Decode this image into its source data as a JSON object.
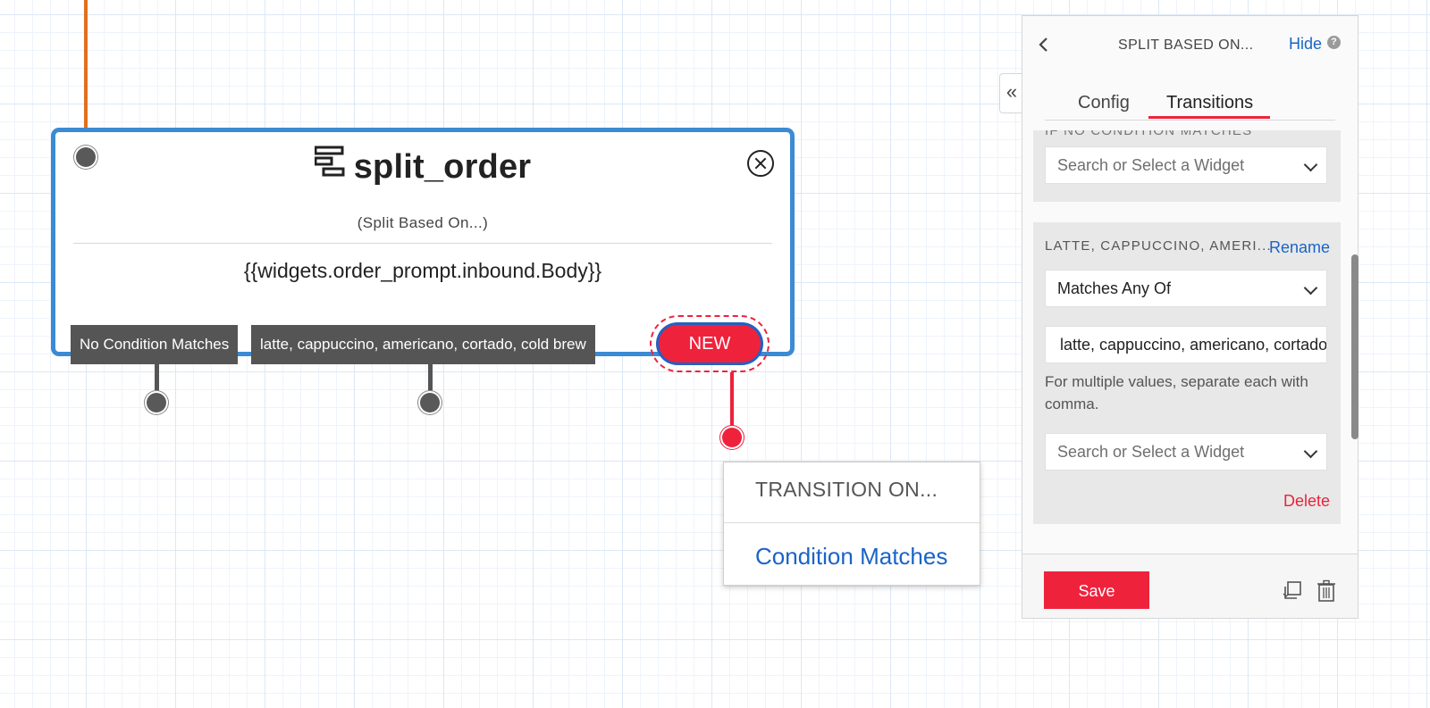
{
  "widget": {
    "title": "split_order",
    "subtitle": "(Split Based On...)",
    "expression": "{{widgets.order_prompt.inbound.Body}}",
    "transitions": [
      {
        "label": "No Condition Matches"
      },
      {
        "label": "latte, cappuccino, americano, cortado, cold brew"
      }
    ],
    "new_label": "NEW",
    "icons": {
      "type": "split-icon",
      "close": "close-circle-icon"
    }
  },
  "dropdown": {
    "header": "TRANSITION ON...",
    "option": "Condition Matches"
  },
  "panel": {
    "title": "SPLIT BASED ON...",
    "hide_label": "Hide",
    "help_glyph": "?",
    "tabs": [
      {
        "label": "Config",
        "active": false
      },
      {
        "label": "Transitions",
        "active": true
      }
    ],
    "no_condition": {
      "label": "IF NO CONDITION MATCHES",
      "widget_placeholder": "Search or Select a Widget"
    },
    "condition": {
      "label": "LATTE, CAPPUCCINO, AMERI...",
      "rename_label": "Rename",
      "operator": "Matches Any Of",
      "value": "latte, cappuccino, americano, cortado, cold brew",
      "help": "For multiple values, separate each with comma.",
      "widget_placeholder": "Search or Select a Widget",
      "delete_label": "Delete"
    },
    "footer": {
      "save_label": "Save",
      "icons": [
        "duplicate-icon",
        "trash-icon"
      ]
    }
  },
  "colors": {
    "accent_red": "#ef223c",
    "widget_border": "#3b8bd4",
    "link_blue": "#1a64c6",
    "incoming_line": "#e07020"
  }
}
